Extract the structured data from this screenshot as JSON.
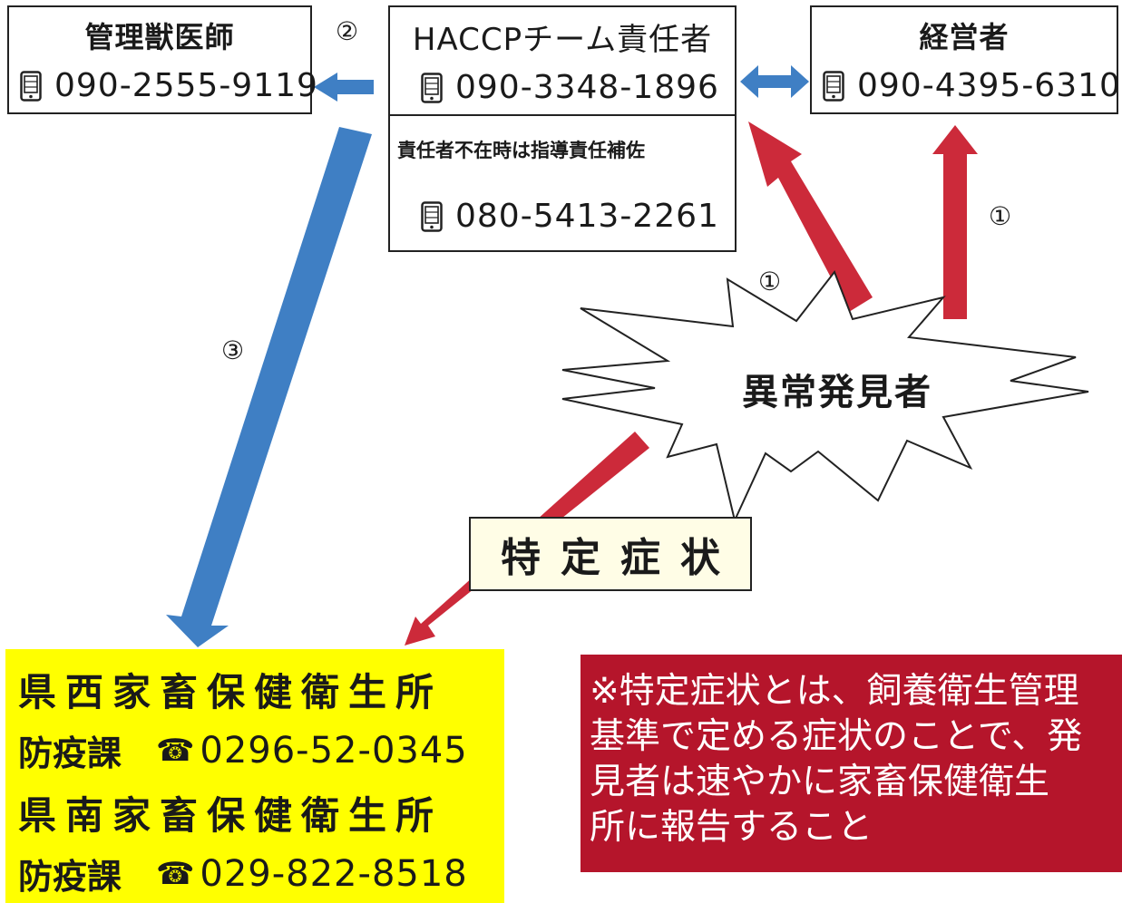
{
  "nodes": {
    "vet": {
      "title": "管理獣医師",
      "phone": "090-2555-9119"
    },
    "haccp": {
      "title": "HACCPチーム責任者",
      "phone": "090-3348-1896",
      "deputy_note": "責任者不在時は指導責任補佐",
      "deputy_phone": "080-5413-2261"
    },
    "owner": {
      "title": "経営者",
      "phone": "090-4395-6310"
    },
    "finder": {
      "label": "異常発見者"
    },
    "symptom": {
      "label": "特定症状"
    }
  },
  "steps": {
    "one_a": "①",
    "one_b": "①",
    "two": "②",
    "three": "③"
  },
  "offices": {
    "kensei": {
      "name": "県西家畜保健衛生所",
      "dept": "防疫課",
      "tel_symbol": "☎",
      "phone": "0296-52-0345"
    },
    "kennan": {
      "name": "県南家畜保健衛生所",
      "dept": "防疫課",
      "tel_symbol": "☎",
      "phone": "029-822-8518"
    }
  },
  "note": "※特定症状とは、飼養衛生管理\n基準で定める症状のことで、発\n見者は速やかに家畜保健衛生\n所に報告すること",
  "colors": {
    "red_arrow": "#cc2a3a",
    "blue_arrow": "#3f7fc4",
    "yellow_box": "#ffff00",
    "note_bg": "#b5152b"
  },
  "icons": {
    "phone": "mobile-phone-icon"
  }
}
